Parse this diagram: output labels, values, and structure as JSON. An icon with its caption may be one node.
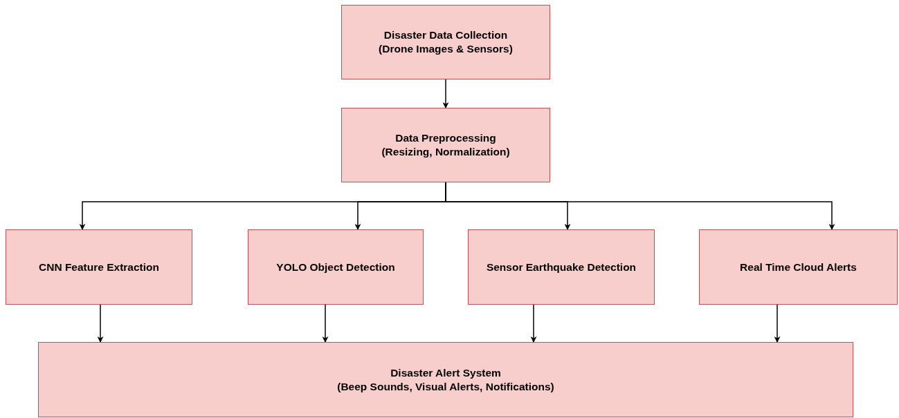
{
  "diagram": {
    "nodes": [
      {
        "text": [
          "Disaster Data Collection",
          "(Drone Images & Sensors)"
        ]
      },
      {
        "text": [
          "Data Preprocessing",
          "(Resizing, Normalization)"
        ]
      },
      {
        "text": [
          "CNN Feature Extraction"
        ]
      },
      {
        "text": [
          "YOLO Object Detection"
        ]
      },
      {
        "text": [
          "Sensor Earthquake Detection"
        ]
      },
      {
        "text": [
          "Real Time Cloud Alerts"
        ]
      },
      {
        "text": [
          "Disaster Alert System",
          "(Beep Sounds, Visual Alerts, Notifications)"
        ]
      }
    ],
    "edges": [
      {
        "from": 0,
        "to": 1,
        "arrow": "to"
      },
      {
        "from": 1,
        "to": 2,
        "arrow": "to"
      },
      {
        "from": 1,
        "to": 3,
        "arrow": "to"
      },
      {
        "from": 1,
        "to": 4,
        "arrow": "to"
      },
      {
        "from": 1,
        "to": 5,
        "arrow": "to"
      },
      {
        "from": 2,
        "to": 6,
        "arrow": "to"
      },
      {
        "from": 3,
        "to": 6,
        "arrow": "to"
      },
      {
        "from": 4,
        "to": 6,
        "arrow": "to"
      },
      {
        "from": 5,
        "to": 6,
        "arrow": "to"
      }
    ]
  }
}
